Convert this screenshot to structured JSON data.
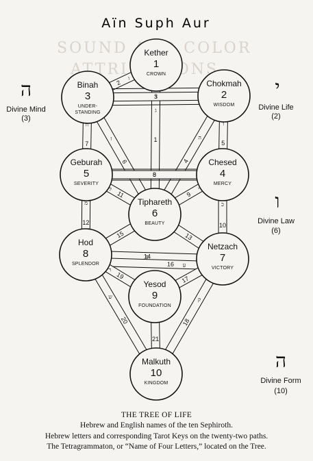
{
  "title_top": "Aïn Suph Aur",
  "background_ghost": [
    "SOUND AND COLOR",
    "ATTRIBUTIONS"
  ],
  "sephiroth": [
    {
      "id": "kether",
      "name": "Kether",
      "number": "1",
      "english": [
        "CROWN"
      ]
    },
    {
      "id": "chokmah",
      "name": "Chokmah",
      "number": "2",
      "english": [
        "WISDOM"
      ]
    },
    {
      "id": "binah",
      "name": "Binah",
      "number": "3",
      "english": [
        "UNDER-",
        "STANDING"
      ]
    },
    {
      "id": "chesed",
      "name": "Chesed",
      "number": "4",
      "english": [
        "MERCY"
      ]
    },
    {
      "id": "geburah",
      "name": "Geburah",
      "number": "5",
      "english": [
        "SEVERITY"
      ]
    },
    {
      "id": "tiphareth",
      "name": "Tiphareth",
      "number": "6",
      "english": [
        "BEAUTY"
      ]
    },
    {
      "id": "netzach",
      "name": "Netzach",
      "number": "7",
      "english": [
        "VICTORY"
      ]
    },
    {
      "id": "hod",
      "name": "Hod",
      "number": "8",
      "english": [
        "SPLENDOR"
      ]
    },
    {
      "id": "yesod",
      "name": "Yesod",
      "number": "9",
      "english": [
        "FOUNDATION"
      ]
    },
    {
      "id": "malkuth",
      "name": "Malkuth",
      "number": "10",
      "english": [
        "KINGDOM"
      ]
    }
  ],
  "paths": [
    {
      "number": "1",
      "letter": "ג"
    },
    {
      "number": "2",
      "letter": "ו"
    },
    {
      "number": "3",
      "letter": "ד"
    },
    {
      "number": "4",
      "letter": "ה"
    },
    {
      "number": "5",
      "letter": "ו"
    },
    {
      "number": "6",
      "letter": "ז"
    },
    {
      "number": "7",
      "letter": "ח"
    },
    {
      "number": "8",
      "letter": "ט"
    },
    {
      "number": "9",
      "letter": "י"
    },
    {
      "number": "10",
      "letter": "כ"
    },
    {
      "number": "11",
      "letter": "ל"
    },
    {
      "number": "12",
      "letter": "מ"
    },
    {
      "number": "13",
      "letter": "נ"
    },
    {
      "number": "14",
      "letter": "פ"
    },
    {
      "number": "15",
      "letter": "ס"
    },
    {
      "number": "16",
      "letter": "ע"
    },
    {
      "number": "17",
      "letter": "צ"
    },
    {
      "number": "18",
      "letter": "ק"
    },
    {
      "number": "19",
      "letter": "ר"
    },
    {
      "number": "20",
      "letter": "ש"
    },
    {
      "number": "21",
      "letter": "ת"
    }
  ],
  "side_labels": [
    {
      "id": "divine-mind",
      "letter": "ה",
      "label": "Divine Mind",
      "number": "(3)"
    },
    {
      "id": "divine-life",
      "letter": "י",
      "label": "Divine Life",
      "number": "(2)"
    },
    {
      "id": "divine-law",
      "letter": "ו",
      "label": "Divine Law",
      "number": "(6)"
    },
    {
      "id": "divine-form",
      "letter": "ה",
      "label": "Divine Form",
      "number": "(10)"
    }
  ],
  "caption": {
    "title": "THE TREE OF LIFE",
    "lines": [
      "Hebrew and English names of the ten Sephiroth.",
      "Hebrew letters and corresponding Tarot Keys on the twenty-two paths.",
      "The Tetragrammaton, or “Name of Four Letters,” located on the Tree."
    ]
  },
  "colors": {
    "ink": "#111111",
    "paper": "#f6f4f1",
    "ghost": "#d8d3cc"
  }
}
